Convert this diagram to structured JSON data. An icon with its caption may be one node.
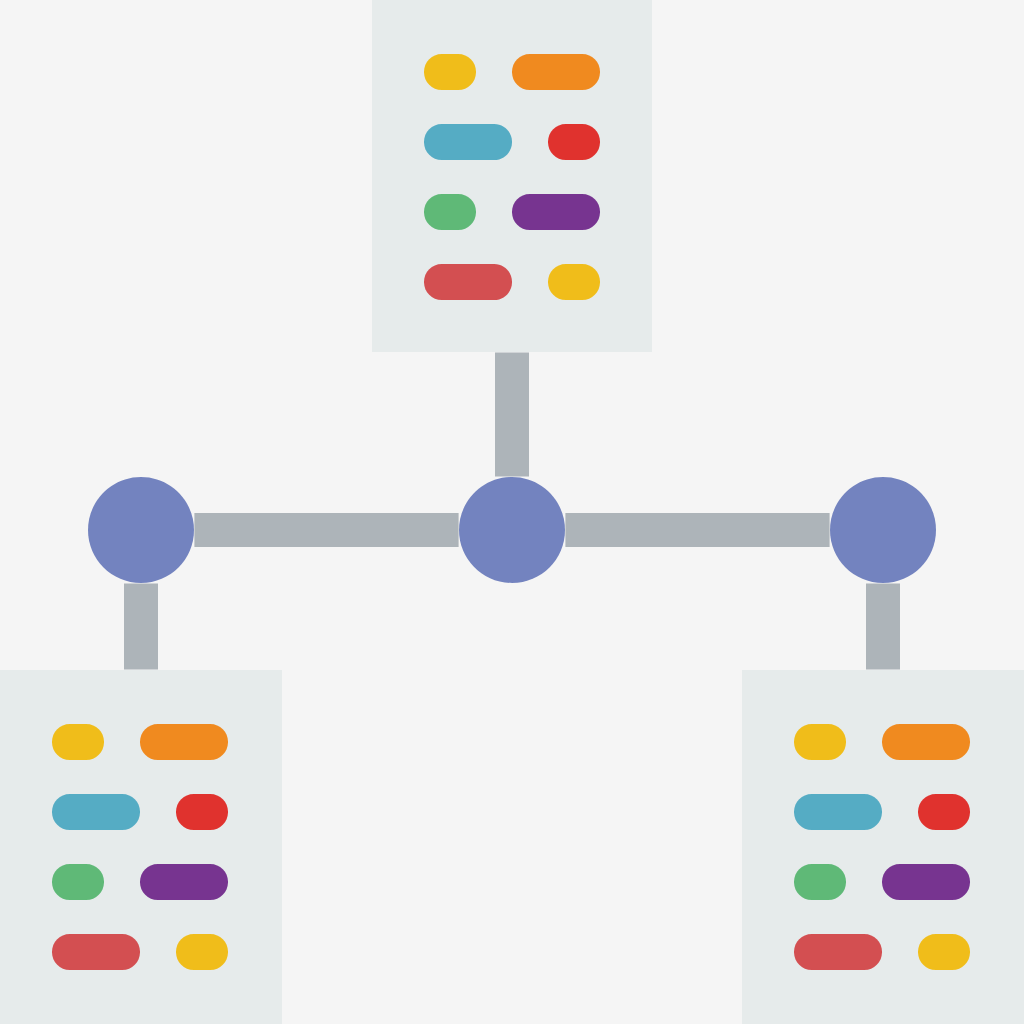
{
  "diagram": {
    "nodes": [
      {
        "text": [],
        "shape": "box"
      },
      {
        "text": [],
        "shape": "circle"
      },
      {
        "text": [],
        "shape": "circle"
      },
      {
        "text": [],
        "shape": "circle"
      },
      {
        "text": [],
        "shape": "box"
      },
      {
        "text": [],
        "shape": "box"
      }
    ],
    "edges": [
      {
        "from": 0,
        "to": 2,
        "arrow": "none"
      },
      {
        "from": 2,
        "to": 1,
        "arrow": "none"
      },
      {
        "from": 2,
        "to": 3,
        "arrow": "none"
      },
      {
        "from": 1,
        "to": 4,
        "arrow": "none"
      },
      {
        "from": 3,
        "to": 5,
        "arrow": "none"
      }
    ]
  }
}
